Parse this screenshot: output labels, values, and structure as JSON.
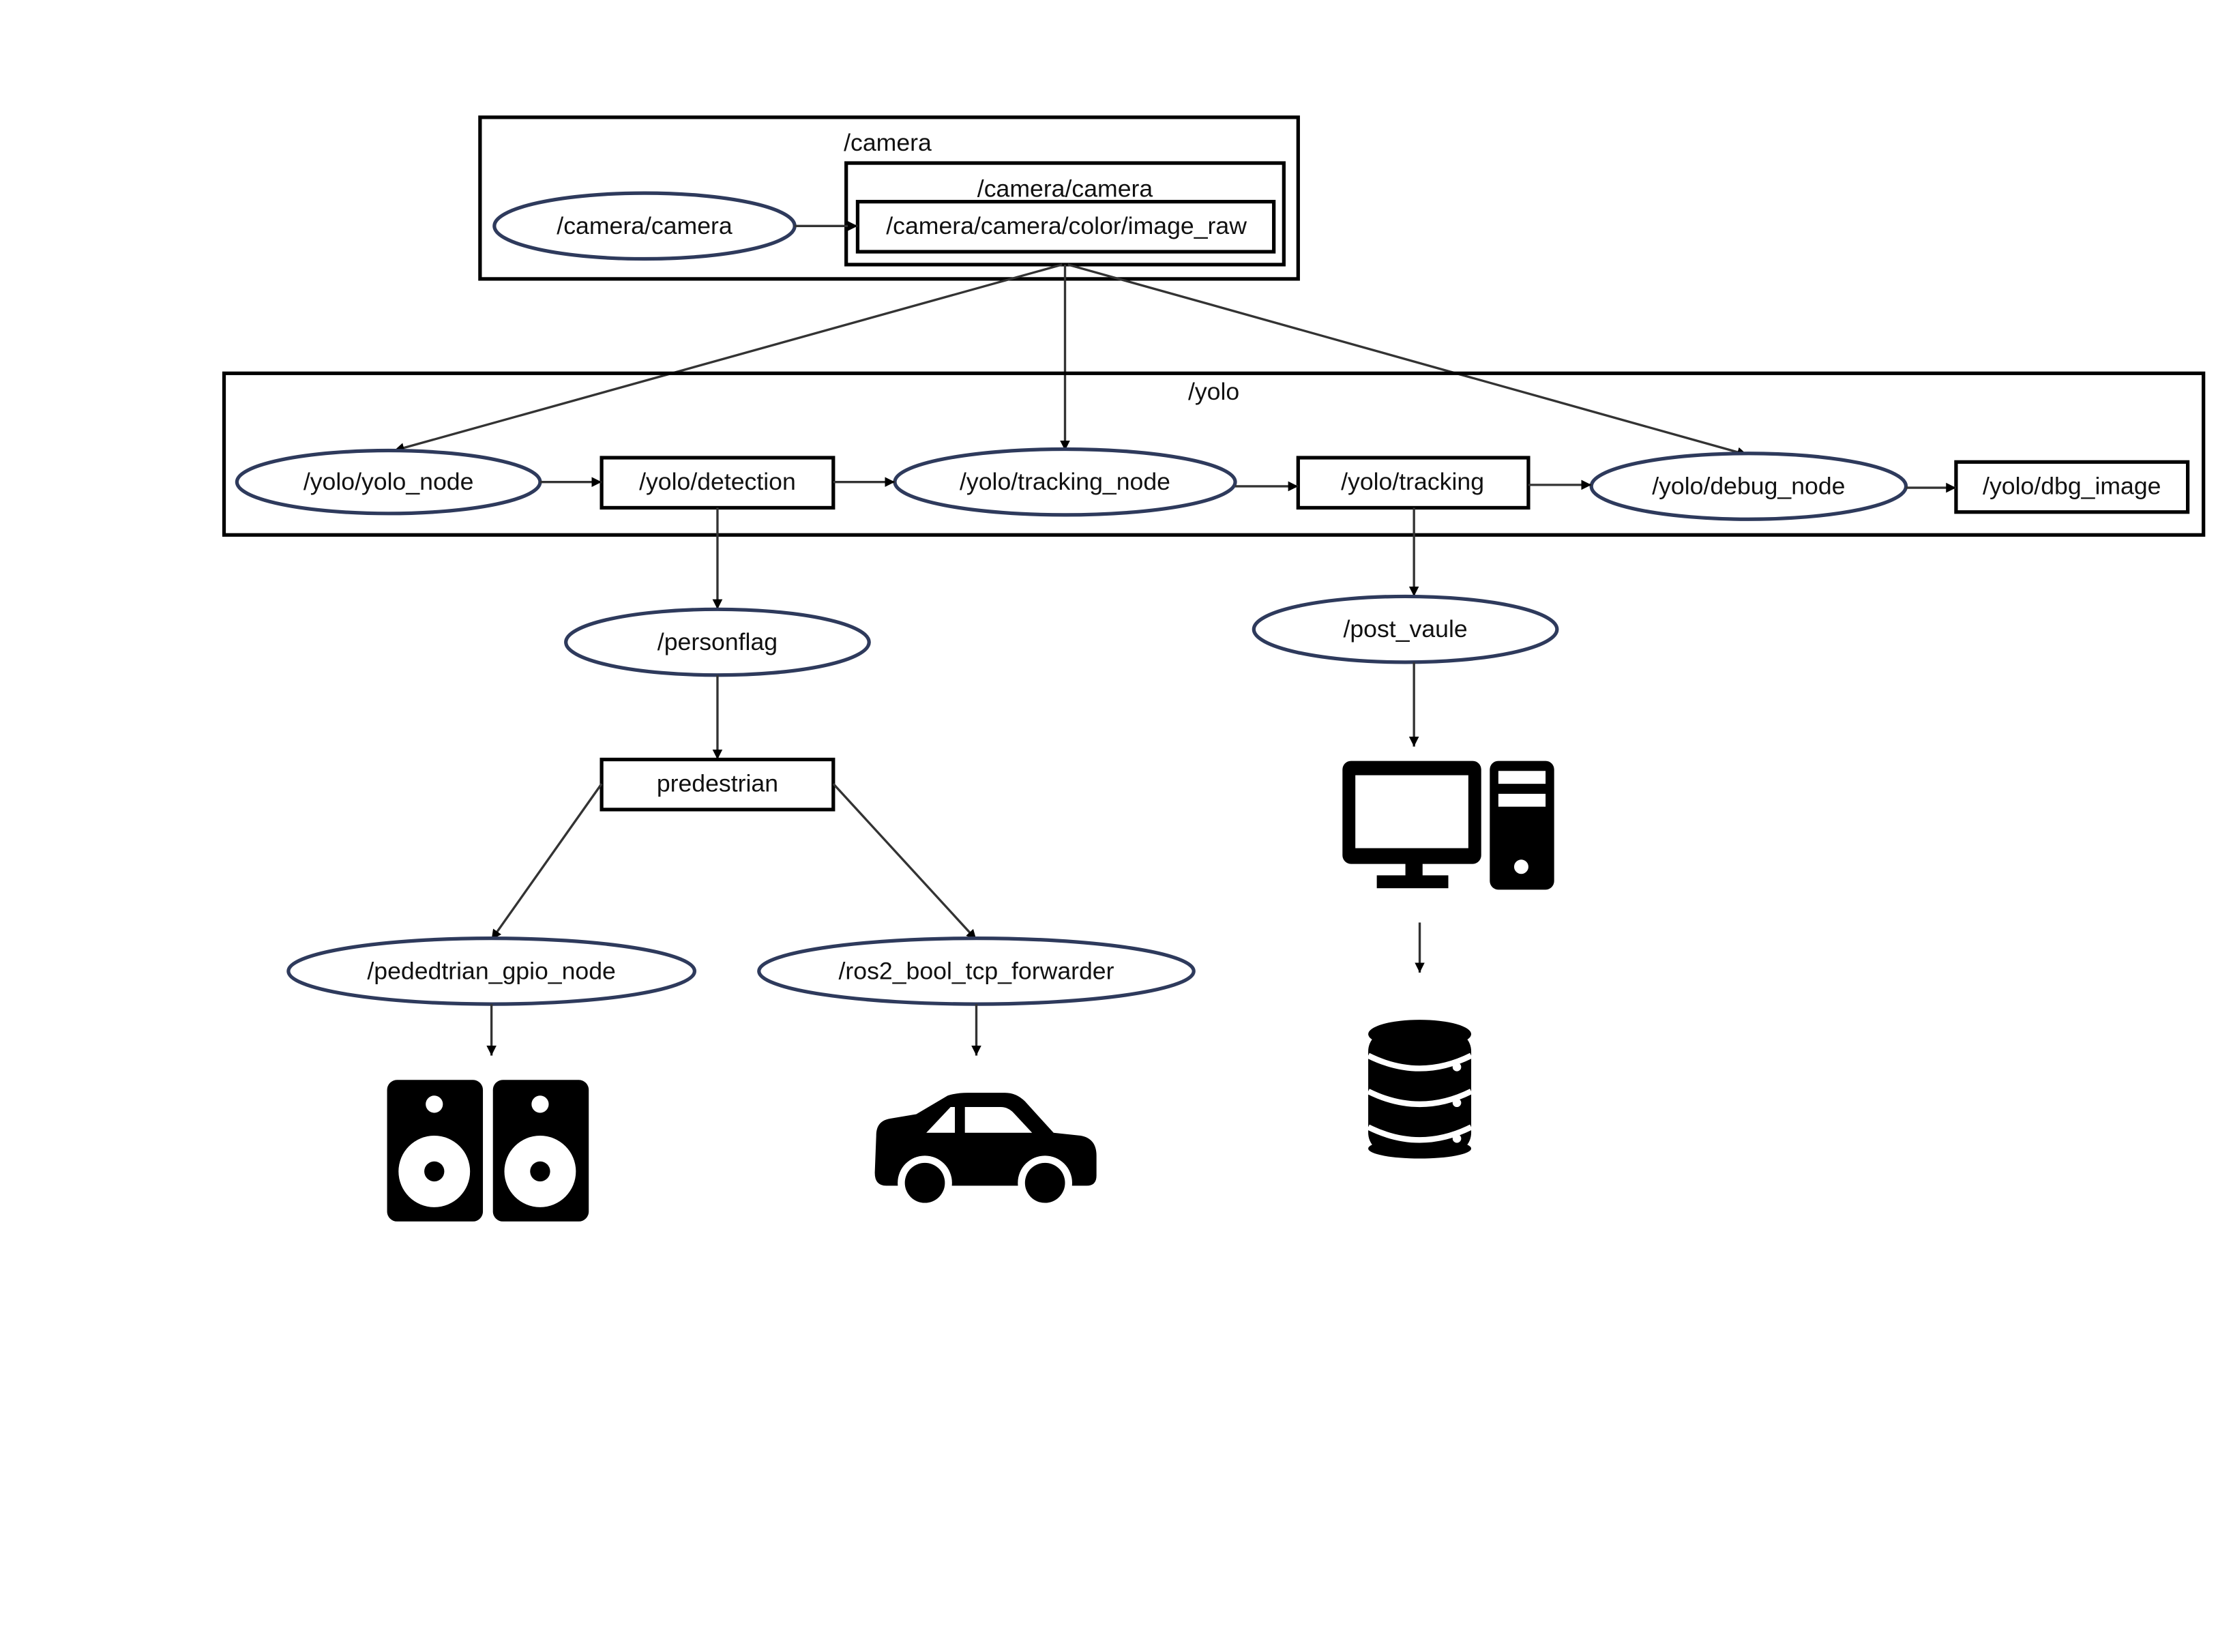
{
  "groups": {
    "camera": "/camera",
    "camera_inner": "/camera/camera",
    "yolo": "/yolo"
  },
  "nodes": {
    "camera_node": "/camera/camera",
    "image_raw": "/camera/camera/color/image_raw",
    "yolo_node": "/yolo/yolo_node",
    "detection": "/yolo/detection",
    "tracking_node": "/yolo/tracking_node",
    "tracking": "/yolo/tracking",
    "debug_node": "/yolo/debug_node",
    "dbg_image": "/yolo/dbg_image",
    "personflag": "/personflag",
    "post_vaule": "/post_vaule",
    "predestrian": "predestrian",
    "gpio_node": "/pededtrian_gpio_node",
    "tcp_forwarder": "/ros2_bool_tcp_forwarder"
  },
  "icons": {
    "speakers": "speakers-icon",
    "car": "car-icon",
    "computer": "desktop-computer-icon",
    "database": "database-icon"
  },
  "colors": {
    "ellipse_stroke": "#2e3a5c",
    "box_stroke": "#000000",
    "icon_fill": "#000000"
  }
}
